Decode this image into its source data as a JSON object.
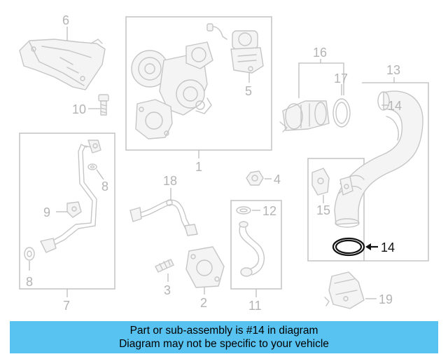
{
  "callouts": {
    "c1": "1",
    "c2": "2",
    "c3": "3",
    "c4": "4",
    "c5": "5",
    "c6": "6",
    "c7": "7",
    "c8a": "8",
    "c8b": "8",
    "c9": "9",
    "c10": "10",
    "c11": "11",
    "c12": "12",
    "c13": "13",
    "c14": "14",
    "c15": "15",
    "c16": "16",
    "c17": "17",
    "c18": "18",
    "c19": "19"
  },
  "highlight_part": "14",
  "colors": {
    "banner": "#58c3f1",
    "line_art": "#c6c6c6",
    "highlight": "#111111"
  },
  "banner": {
    "line1": "Part or sub-assembly is #14 in diagram",
    "line2": "Diagram may not be specific to your vehicle"
  }
}
